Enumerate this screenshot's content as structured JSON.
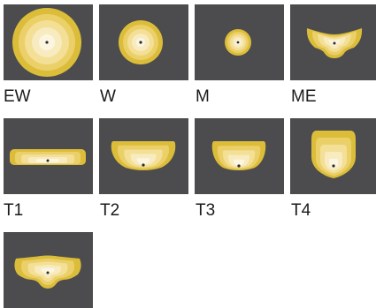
{
  "colors": {
    "panel_background": "#4c4c4e",
    "rings": [
      "#dcbd3a",
      "#ebd06a",
      "#f3df96",
      "#f8ebbf",
      "#fcf6e1"
    ],
    "center_dot": "#2b2b2b"
  },
  "panels": [
    {
      "label": "EW",
      "shape": "circle-large"
    },
    {
      "label": "W",
      "shape": "circle-medium"
    },
    {
      "label": "M",
      "shape": "circle-small"
    },
    {
      "label": "ME",
      "shape": "winged"
    },
    {
      "label": "T1",
      "shape": "flat-bar"
    },
    {
      "label": "T2",
      "shape": "rounded-trapezoid"
    },
    {
      "label": "T3",
      "shape": "trapezoid"
    },
    {
      "label": "T4",
      "shape": "shield"
    },
    {
      "label": "",
      "shape": "winged-wide"
    }
  ]
}
